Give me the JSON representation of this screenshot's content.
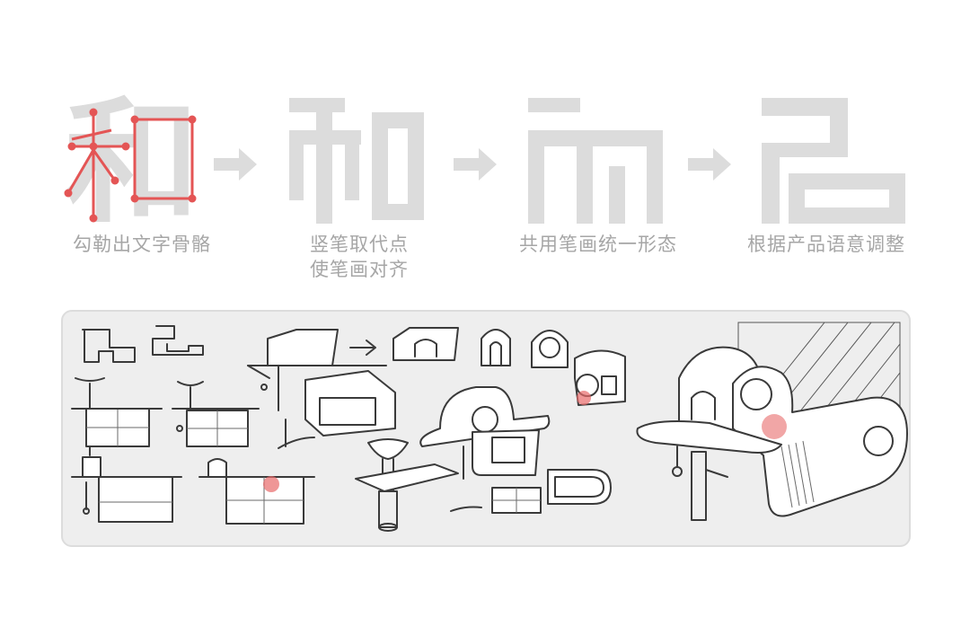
{
  "steps": [
    {
      "glyph": "和",
      "caption_lines": [
        "勾勒出文字骨骼"
      ]
    },
    {
      "glyph": "和",
      "caption_lines": [
        "竖笔取代点",
        "使笔画对齐"
      ]
    },
    {
      "glyph": "",
      "caption_lines": [
        "共用笔画统一形态"
      ]
    },
    {
      "glyph": "",
      "caption_lines": [
        "根据产品语意调整"
      ]
    }
  ],
  "colors": {
    "glyph_gray": "#dcdcdc",
    "skeleton_red": "#e45555",
    "caption_gray": "#a6a6a6",
    "panel_bg": "#eeeeee",
    "highlight_red": "#e86a6a"
  },
  "icons": [
    "arrow-right-icon",
    "arrow-right-icon",
    "arrow-right-icon"
  ]
}
